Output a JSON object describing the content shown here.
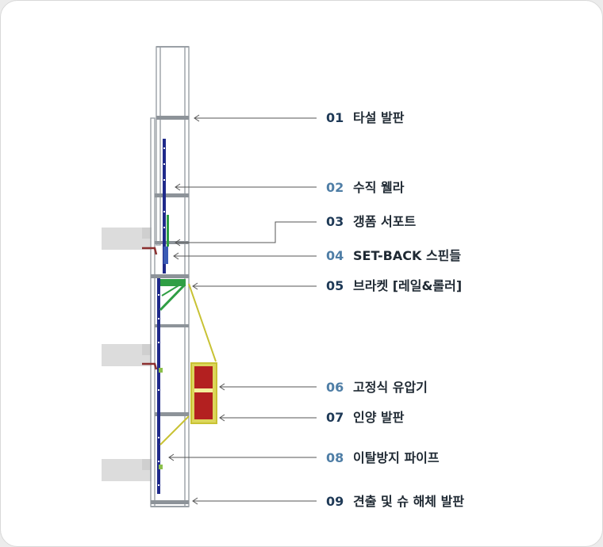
{
  "colors": {
    "number_dark": "#1f3a57",
    "number_light": "#4f7ea6",
    "text": "#1f2933",
    "leader": "#555555",
    "frame": "#9aa0a6",
    "rail": "#1f2a8a",
    "bracket": "#2f9e44",
    "support": "#c8c234",
    "cylinder": "#b32020",
    "wall": "#dcdcdc",
    "anchor": "#8b2f2f"
  },
  "labels": [
    {
      "num": "01",
      "text": "타설 발판",
      "tone": "dark"
    },
    {
      "num": "02",
      "text": "수직 웰라",
      "tone": "light"
    },
    {
      "num": "03",
      "text": "갱폼 서포트",
      "tone": "dark"
    },
    {
      "num": "04",
      "text": "SET-BACK 스핀들",
      "tone": "light"
    },
    {
      "num": "05",
      "text": "브라켓 [레일&롤러]",
      "tone": "dark"
    },
    {
      "num": "06",
      "text": "고정식 유압기",
      "tone": "light"
    },
    {
      "num": "07",
      "text": "인양 발판",
      "tone": "dark"
    },
    {
      "num": "08",
      "text": "이탈방지 파이프",
      "tone": "light"
    },
    {
      "num": "09",
      "text": "견출 및 슈 해체 발판",
      "tone": "dark"
    }
  ]
}
